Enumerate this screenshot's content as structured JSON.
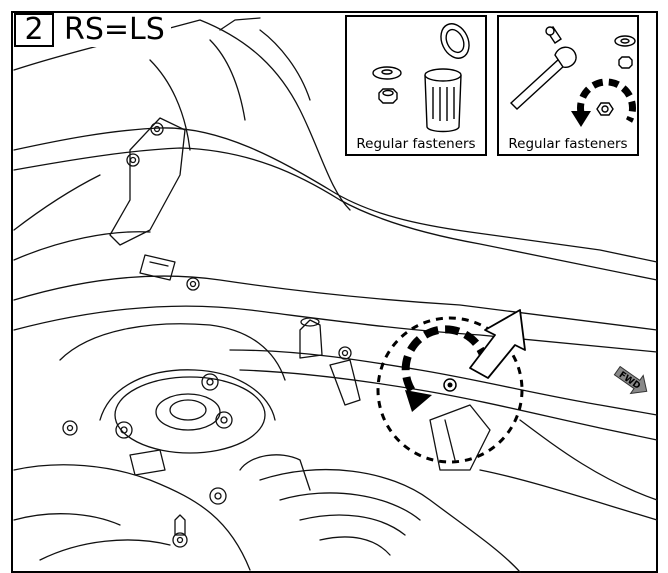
{
  "step": {
    "number": "2",
    "side": "RS=LS"
  },
  "insets": [
    {
      "caption": "Regular fasteners",
      "icon": "nut-washer-container-icon"
    },
    {
      "caption": "Regular fasteners",
      "icon": "ratchet-tighten-icon"
    }
  ],
  "direction_indicator": {
    "label": "FWD"
  }
}
